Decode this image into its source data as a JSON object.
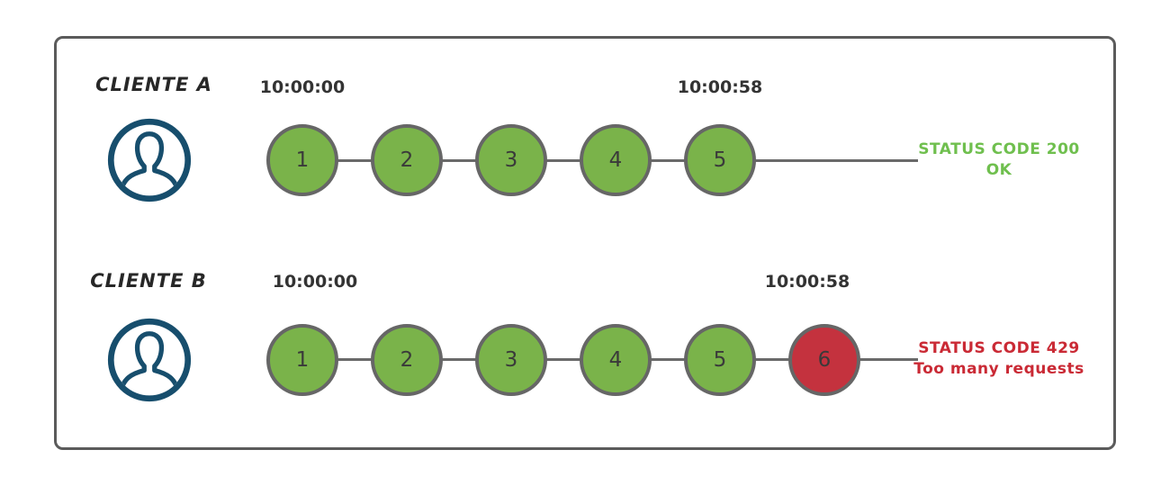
{
  "colors": {
    "frame_border": "#5b5b5b",
    "timeline": "#6a6a6a",
    "circle_border": "#666666",
    "request_ok_fill": "#7ab34a",
    "request_rejected_fill": "#c4323e",
    "status_ok_text": "#6fbf4e",
    "status_error_text": "#ca2a35",
    "avatar": "#174e6d",
    "label_text": "#272727",
    "timestamp_text": "#333333"
  },
  "clients": [
    {
      "name": "CLIENTE A",
      "start_time": "10:00:00",
      "end_time": "10:00:58",
      "requests": [
        {
          "n": "1"
        },
        {
          "n": "2"
        },
        {
          "n": "3"
        },
        {
          "n": "4"
        },
        {
          "n": "5"
        }
      ],
      "status_line1": "STATUS CODE 200",
      "status_line2": "OK",
      "status_color": "#6fbf4e"
    },
    {
      "name": "CLIENTE B",
      "start_time": "10:00:00",
      "end_time": "10:00:58",
      "requests": [
        {
          "n": "1"
        },
        {
          "n": "2"
        },
        {
          "n": "3"
        },
        {
          "n": "4"
        },
        {
          "n": "5"
        },
        {
          "n": "6"
        }
      ],
      "status_line1": "STATUS CODE 429",
      "status_line2": "Too many requests",
      "status_color": "#ca2a35"
    }
  ]
}
